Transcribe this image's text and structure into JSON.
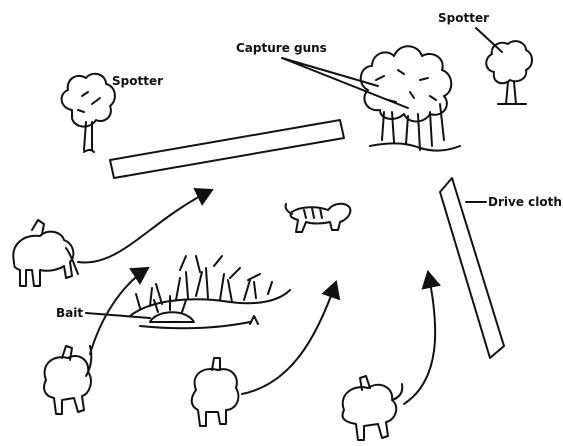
{
  "labels": {
    "spotter_left": "Spotter",
    "spotter_right": "Spotter",
    "capture_guns": "Capture guns",
    "drive_cloth": "Drive cloth",
    "bait": "Bait"
  },
  "colors": {
    "ink": "#111111",
    "paper": "#ffffff"
  }
}
